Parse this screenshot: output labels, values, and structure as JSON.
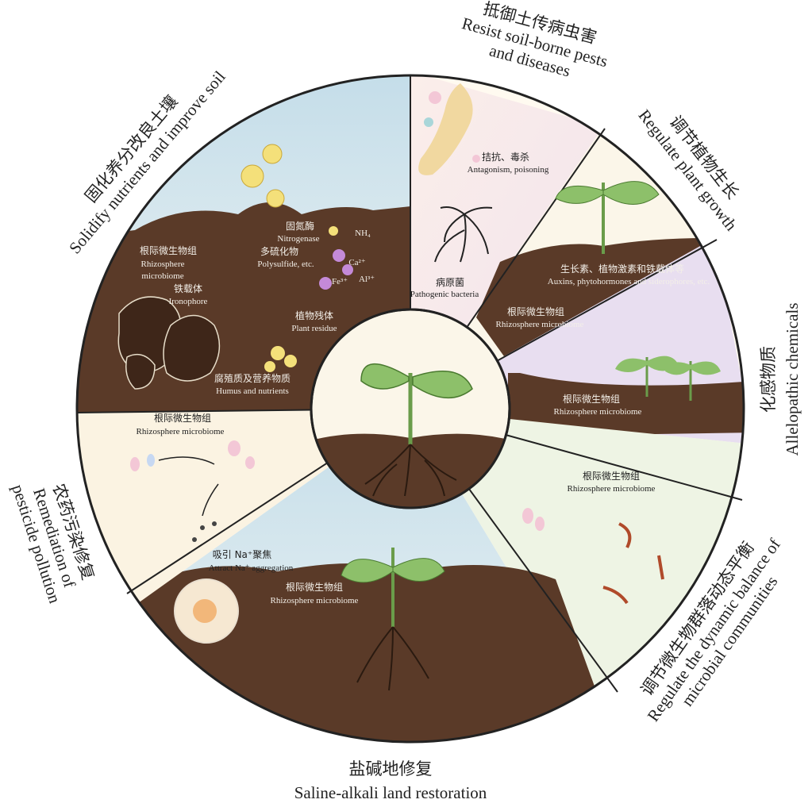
{
  "sectors": {
    "top": {
      "cn": "抵御土传病虫害",
      "en1": "Resist soil-borne pests",
      "en2": "and diseases"
    },
    "top_right": {
      "cn": "调节植物生长",
      "en": "Regulate plant growth"
    },
    "right": {
      "cn": "化感物质",
      "en": "Allelopathic chemicals"
    },
    "bottom_right": {
      "cn": "调节微生物群落动态平衡",
      "en1": "Regulate the dynamic balance of",
      "en2": "microbial communities"
    },
    "bottom": {
      "cn": "盐碱地修复",
      "en": "Saline-alkali land restoration"
    },
    "left": {
      "cn": "农药污染修复",
      "en1": "Remediation of",
      "en2": "pesticide pollution"
    },
    "top_left": {
      "cn": "固化养分改良土壤",
      "en": "Solidify nutrients and improve soil"
    }
  },
  "inner": {
    "antagonism_cn": "拮抗、毒杀",
    "antagonism_en": "Antagonism, poisoning",
    "pathogen_cn": "病原菌",
    "pathogen_en": "Pathogenic bacteria",
    "growth_cn": "生长素、植物激素和铁载体等",
    "growth_en": "Auxins, phytohormones and siderophores, etc.",
    "rhizo_cn": "根际微生物组",
    "rhizo_en": "Rhizosphere microbiome",
    "rhizo2_cn": "根际微生物组",
    "rhizo2_en": "Rhizosphere microbiome",
    "rhizo3_cn": "根际微生物组",
    "rhizo3_en": "Rhizosphere microbiome",
    "rhizo4_cn": "根际微生物组",
    "rhizo4_en": "Rhizosphere microbiome",
    "rhizo5_cn": "根际微生物组",
    "rhizo5_en": "Rhizosphere microbiome",
    "rhizo6_cn": "根际微生物组",
    "rhizo6_en1": "Rhizosphere",
    "rhizo6_en2": "microbiome",
    "attract_cn": "吸引 Na⁺聚焦",
    "attract_en": "Attract Na⁺ aggregation",
    "nitrogenase_cn": "固氮酶",
    "nitrogenase_en": "Nitrogenase",
    "polysulfide_cn": "多硫化物",
    "polysulfide_en": "Polysulfide, etc.",
    "iron_cn": "铁载体",
    "iron_en": "Ironophore",
    "residue_cn": "植物残体",
    "residue_en": "Plant residue",
    "humus_cn": "腐殖质及营养物质",
    "humus_en": "Humus and nutrients",
    "nh4": "NH₄",
    "ca": "Ca²⁺",
    "fe": "Fe³⁺",
    "al": "Al³⁺"
  },
  "colors": {
    "soil": "#5a3a28",
    "soil_dark": "#3e2619",
    "sky": "#cfe4ee",
    "leaf": "#8dc06a",
    "stem": "#a8cf7a",
    "cream": "#fbf6e9",
    "pink": "#f3e4ea",
    "violet": "#e6dcef",
    "mint": "#eef4e4"
  }
}
